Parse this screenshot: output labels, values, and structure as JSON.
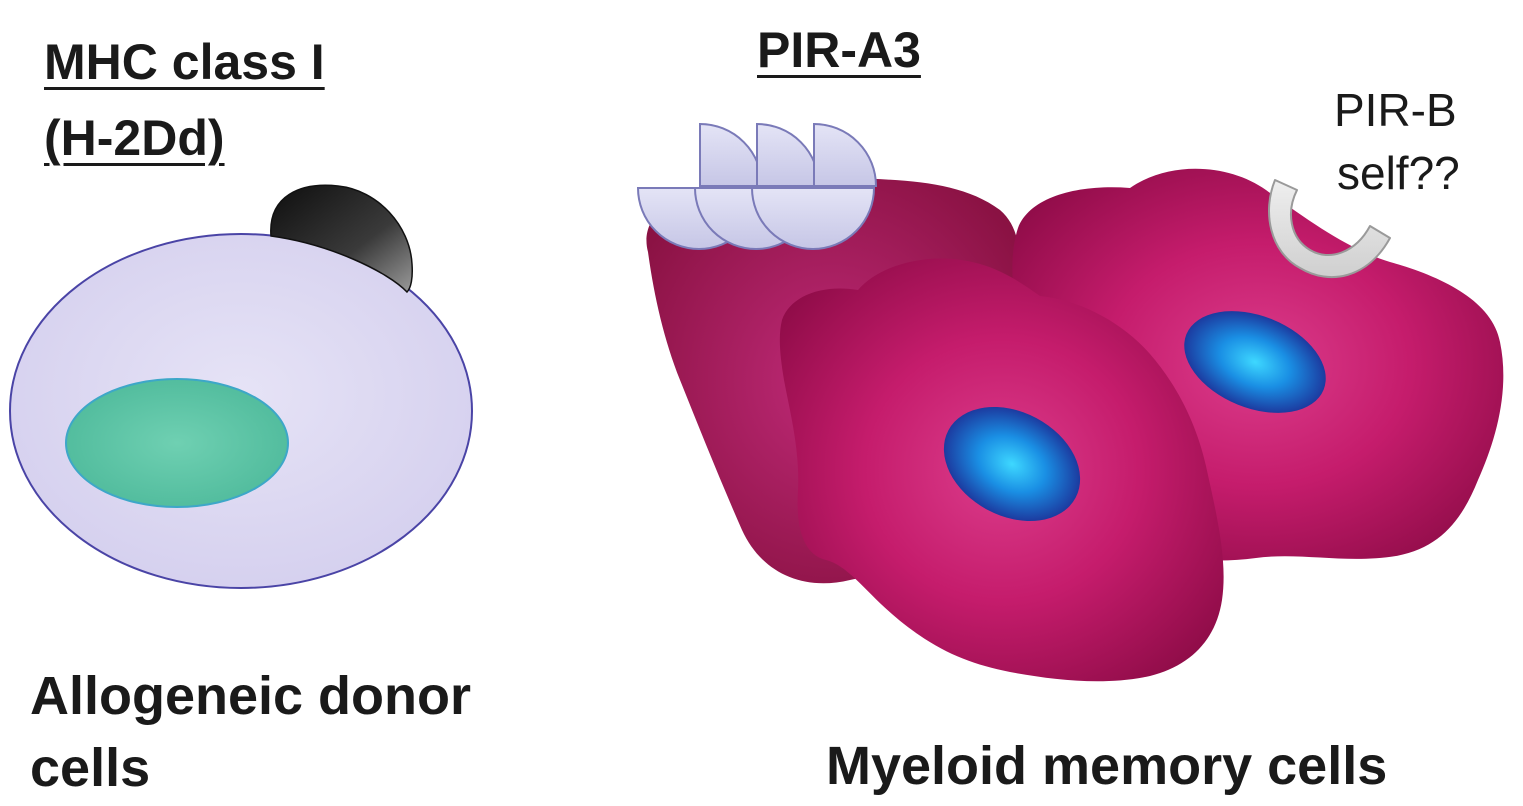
{
  "donor": {
    "heading_line1": "MHC class I",
    "heading_line2": "(H-2Dd)",
    "caption_line1": "Allogeneic donor",
    "caption_line2": "cells"
  },
  "myeloid": {
    "receptor_label": "PIR-A3",
    "inhibitory_line1": "PIR-B",
    "inhibitory_line2": "self??",
    "caption": "Myeloid memory cells"
  },
  "colors": {
    "donor_cell_fill": "#dcd8f2",
    "donor_cell_outline": "#4a44a6",
    "donor_nucleus": "#5ec8a8",
    "mhc_molecule": "#1e1e1e",
    "pir_a3_receptor": "#d6d6ee",
    "myeloid_cell": "#b0155a",
    "myeloid_nucleus": "#1aa0e8",
    "pir_b_receptor": "#e4e4e4"
  },
  "icons": {
    "mhc": "mhc-class-i-molecule-icon",
    "pir_a3": "pir-a3-receptor-icon",
    "pir_b": "pir-b-receptor-icon"
  }
}
